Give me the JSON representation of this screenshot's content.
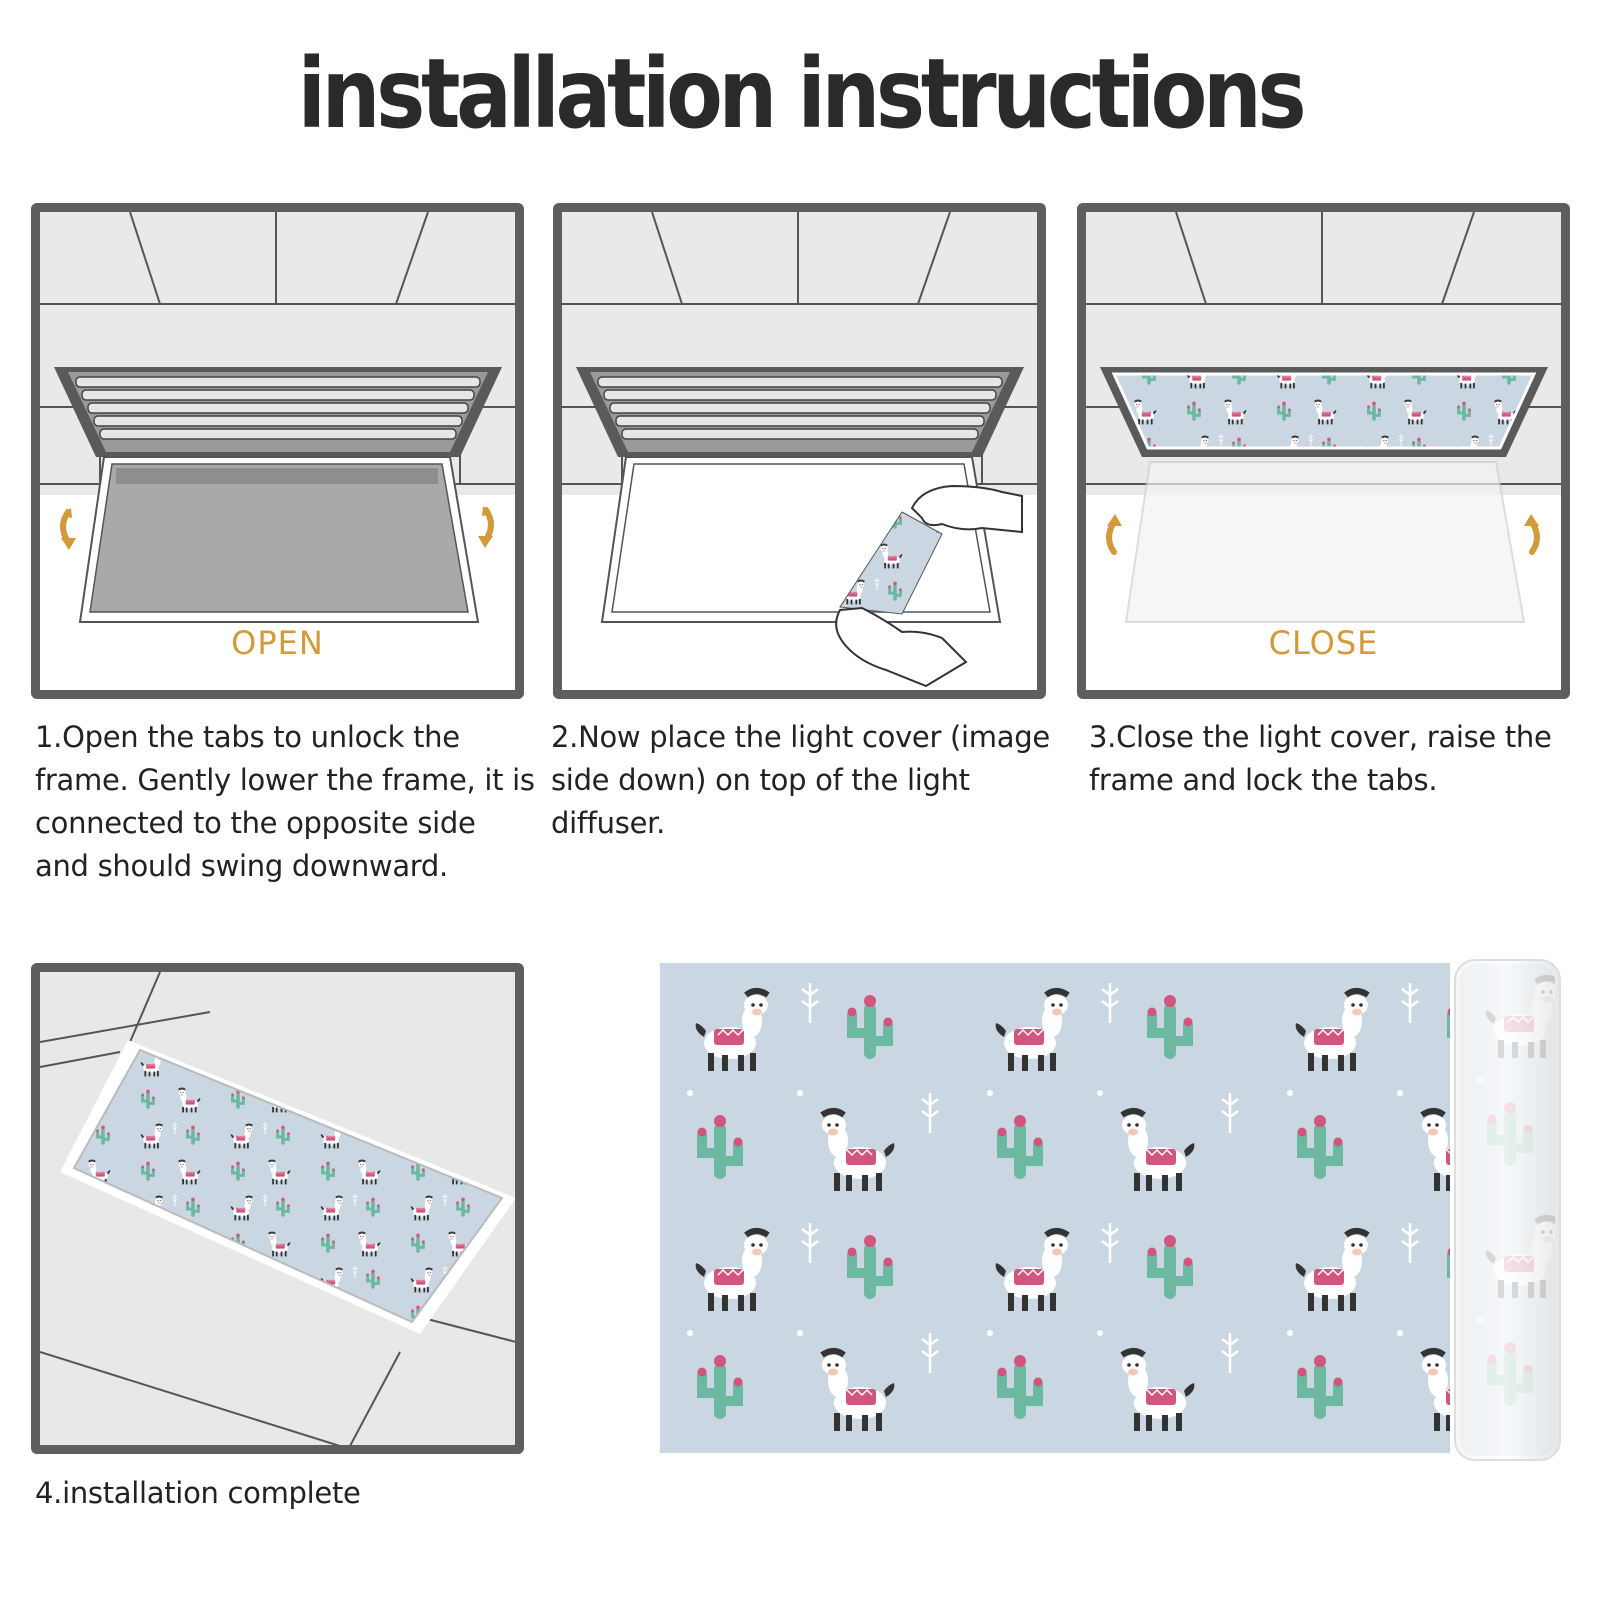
{
  "title": "installation instructions",
  "steps": [
    {
      "label": "OPEN",
      "caption": "1.Open the tabs to unlock the frame. Gently lower the frame, it is connected to the opposite side and should swing downward."
    },
    {
      "label": "",
      "caption": "2.Now place the light cover (image side down) on top of the light diffuser."
    },
    {
      "label": "CLOSE",
      "caption": "3.Close the light cover, raise the frame and lock the tabs."
    },
    {
      "label": "",
      "caption": "4.installation complete"
    }
  ],
  "colors": {
    "accent": "#d29a3a",
    "frame": "#5e5e5e",
    "ceiling": "#e9e9e9",
    "pattern_bg": "#cad7e3"
  },
  "icons": [
    "curved-arrow-down-icon",
    "curved-arrow-up-icon",
    "hand-icon",
    "llama-icon",
    "cactus-icon"
  ]
}
